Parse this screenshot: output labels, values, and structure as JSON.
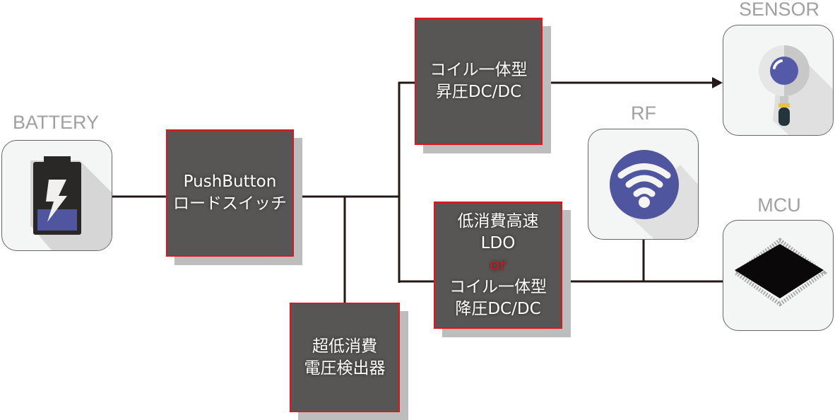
{
  "battery": {
    "label": "BATTERY"
  },
  "sensor": {
    "label": "SENSOR"
  },
  "rf": {
    "label": "RF"
  },
  "mcu": {
    "label": "MCU"
  },
  "pushbutton": {
    "line1": "PushButton",
    "line2": "ロードスイッチ"
  },
  "boost": {
    "line1": "コイル一体型",
    "line2": "昇圧DC/DC"
  },
  "ldo": {
    "line1": "低消費高速",
    "line2": "LDO",
    "or": "or",
    "line3": "コイル一体型",
    "line4": "降圧DC/DC"
  },
  "detector": {
    "line1": "超低消費",
    "line2": "電圧検出器"
  },
  "colors": {
    "accent": "#4f559e",
    "block": "#585654",
    "border": "#e0141e",
    "wire": "#231815"
  }
}
